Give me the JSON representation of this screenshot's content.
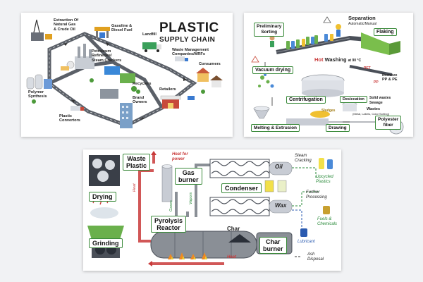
{
  "panel1": {
    "title_line1": "PLASTIC",
    "title_line2": "SUPPLY CHAIN",
    "nodes": {
      "extraction": "Extraction Of\nNatural Gas\n& Crude Oil",
      "gasoline": "Gasoline &\nDiesel Fuel",
      "landfill": "Landfill",
      "petroleum": "Petroleum\nRefineries/\nSteam Crackers",
      "waste_mgmt": "Waste Management\nCompanies/MRFs",
      "consumers": "Consumers",
      "polymer": "Polymer\nSynthesis",
      "recyclers": "Recyclers",
      "retailers": "Retailers",
      "brand": "Brand\nOwners",
      "convertors": "Plastic\nConvertors"
    }
  },
  "panel2": {
    "preliminary": "Preliminary\nSorting",
    "separation": "Separation",
    "separation_sub": "Automatic/Manual",
    "flaking": "Flaking",
    "vacuum": "Vacuum drying",
    "hot": "Hot",
    "washing": " Washing",
    "washing_temp": "at 90 °C",
    "remove": "Remove\nPP & PE",
    "pet": "PET",
    "pp": "PP",
    "desiccation": "Desiccation",
    "solid_wastes": "Solid wastes",
    "sewage": "Sewage",
    "centrifugation": "Centrifugation",
    "sludges": "Sludges",
    "wastes": "Wastes",
    "wastes_sub": "(Metal, Labels, Color Sorting)",
    "melting": "Melting & Extrusion",
    "drawing": "Drawing",
    "polyester": "Polyester\nfiber"
  },
  "panel3": {
    "waste_plastic": "Waste\nPlastic",
    "drying": "Drying",
    "grinding": "Grinding",
    "heat_for_power": "Heat for\npower",
    "gas_burner": "Gas\nburner",
    "heat_left": "Heat",
    "gases": "Gases",
    "vapors": "Vapors",
    "pyrolysis": "Pyrolysis\nReactor",
    "condenser": "Condenser",
    "oil": "Oil",
    "wax": "Wax",
    "steam_cracking": "Steam\nCracking",
    "upcycled": "Upcycled\nPlastics",
    "further": "Further\nProcessing",
    "fuels": "Fuels &\nChemicals",
    "lubricant": "Lubricant",
    "char": "Char",
    "char_burner": "Char\nburner",
    "heat_bottom": "Heat",
    "ash": "Ash\nDisposal"
  },
  "colors": {
    "panel_bg": "#ffffff",
    "page_bg": "#f1f2f4",
    "label_border": "#3a8a3a",
    "heat_red": "#c93a3a",
    "pipe_gray": "#8a8f96",
    "green_text": "#2a8a3a"
  }
}
